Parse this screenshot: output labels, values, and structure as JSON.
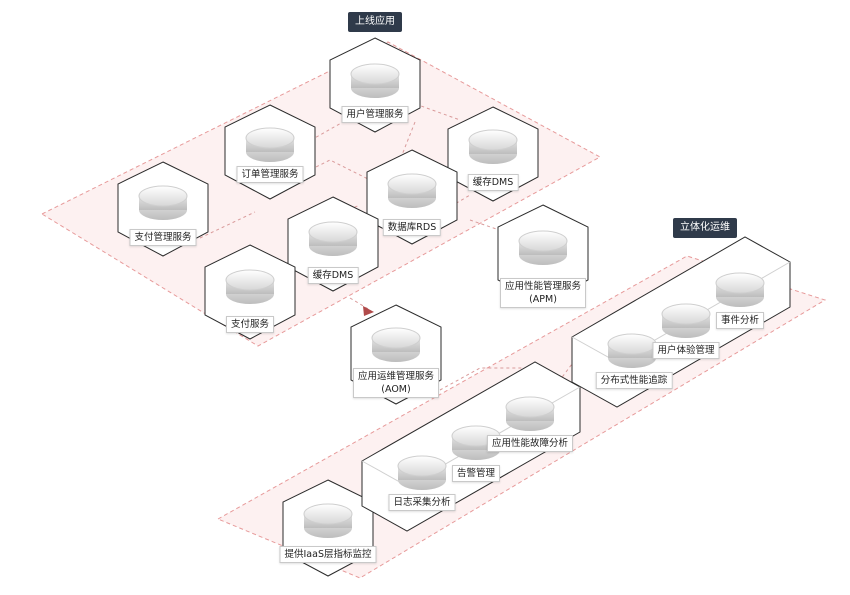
{
  "colors": {
    "platform_fill": "#fdf1f1",
    "platform_border": "#e79a9a",
    "connector": "#d99a9a",
    "arrow": "#b04a4a",
    "hex_outline": "#2b2b2b",
    "badge_bg": "#2f3a4a",
    "badge_text": "#ffffff"
  },
  "badges": {
    "online_apps": "上线应用",
    "ops": "立体化运维"
  },
  "nodes": {
    "user_service": "用户管理服务",
    "order_service": "订单管理服务",
    "cache_top": "缓存DMS",
    "rds": "数据库RDS",
    "pay_mgmt": "支付管理服务",
    "cache_mid": "缓存DMS",
    "pay_service": "支付服务",
    "apm_line1": "应用性能管理服务",
    "apm_line2": "(APM)",
    "aom_line1": "应用运维管理服务",
    "aom_line2": "(AOM)",
    "event_analysis": "事件分析",
    "ux_mgmt": "用户体验管理",
    "tracing": "分布式性能追踪",
    "fault_analysis": "应用性能故障分析",
    "alarm": "告警管理",
    "log_analysis": "日志采集分析",
    "iaas_monitor": "提供IaaS层指标监控"
  }
}
